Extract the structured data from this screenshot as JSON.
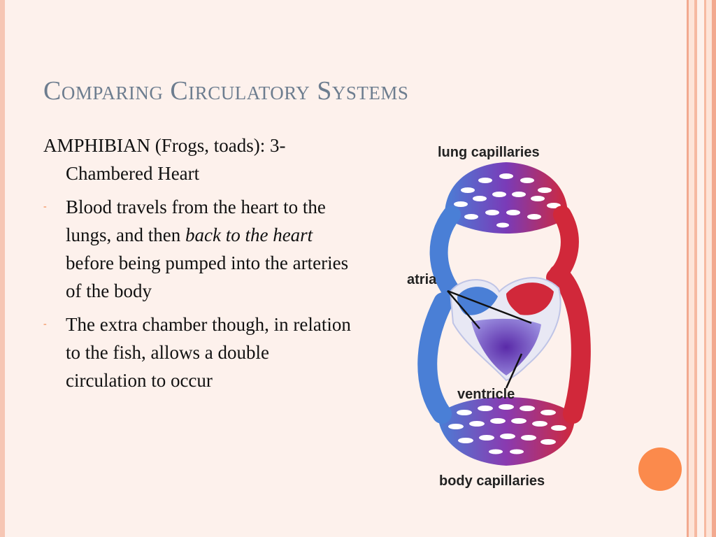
{
  "slide": {
    "title": "Comparing Circulatory Systems",
    "heading": "AMPHIBIAN (Frogs, toads): 3-Chambered Heart",
    "bullets": [
      {
        "marker": "-",
        "before": "Blood travels from the heart to the lungs, and then ",
        "emphasis": "back to the heart",
        "after": " before being pumped into the arteries of the body"
      },
      {
        "marker": "-",
        "text": "The extra chamber though, in relation to the fish, allows a double circulation to occur"
      }
    ]
  },
  "diagram": {
    "labels": {
      "lung_capillaries": "lung capillaries",
      "atria": "atria",
      "ventricle": "ventricle",
      "body_capillaries": "body capillaries"
    },
    "colors": {
      "deoxygenated": "#4a7fd6",
      "oxygenated": "#d1283a",
      "mixed": "#7a3bb8"
    }
  },
  "theme": {
    "accent": "#fb8a4c",
    "title_color": "#6d7d8f",
    "background": "#fdf1ec"
  }
}
